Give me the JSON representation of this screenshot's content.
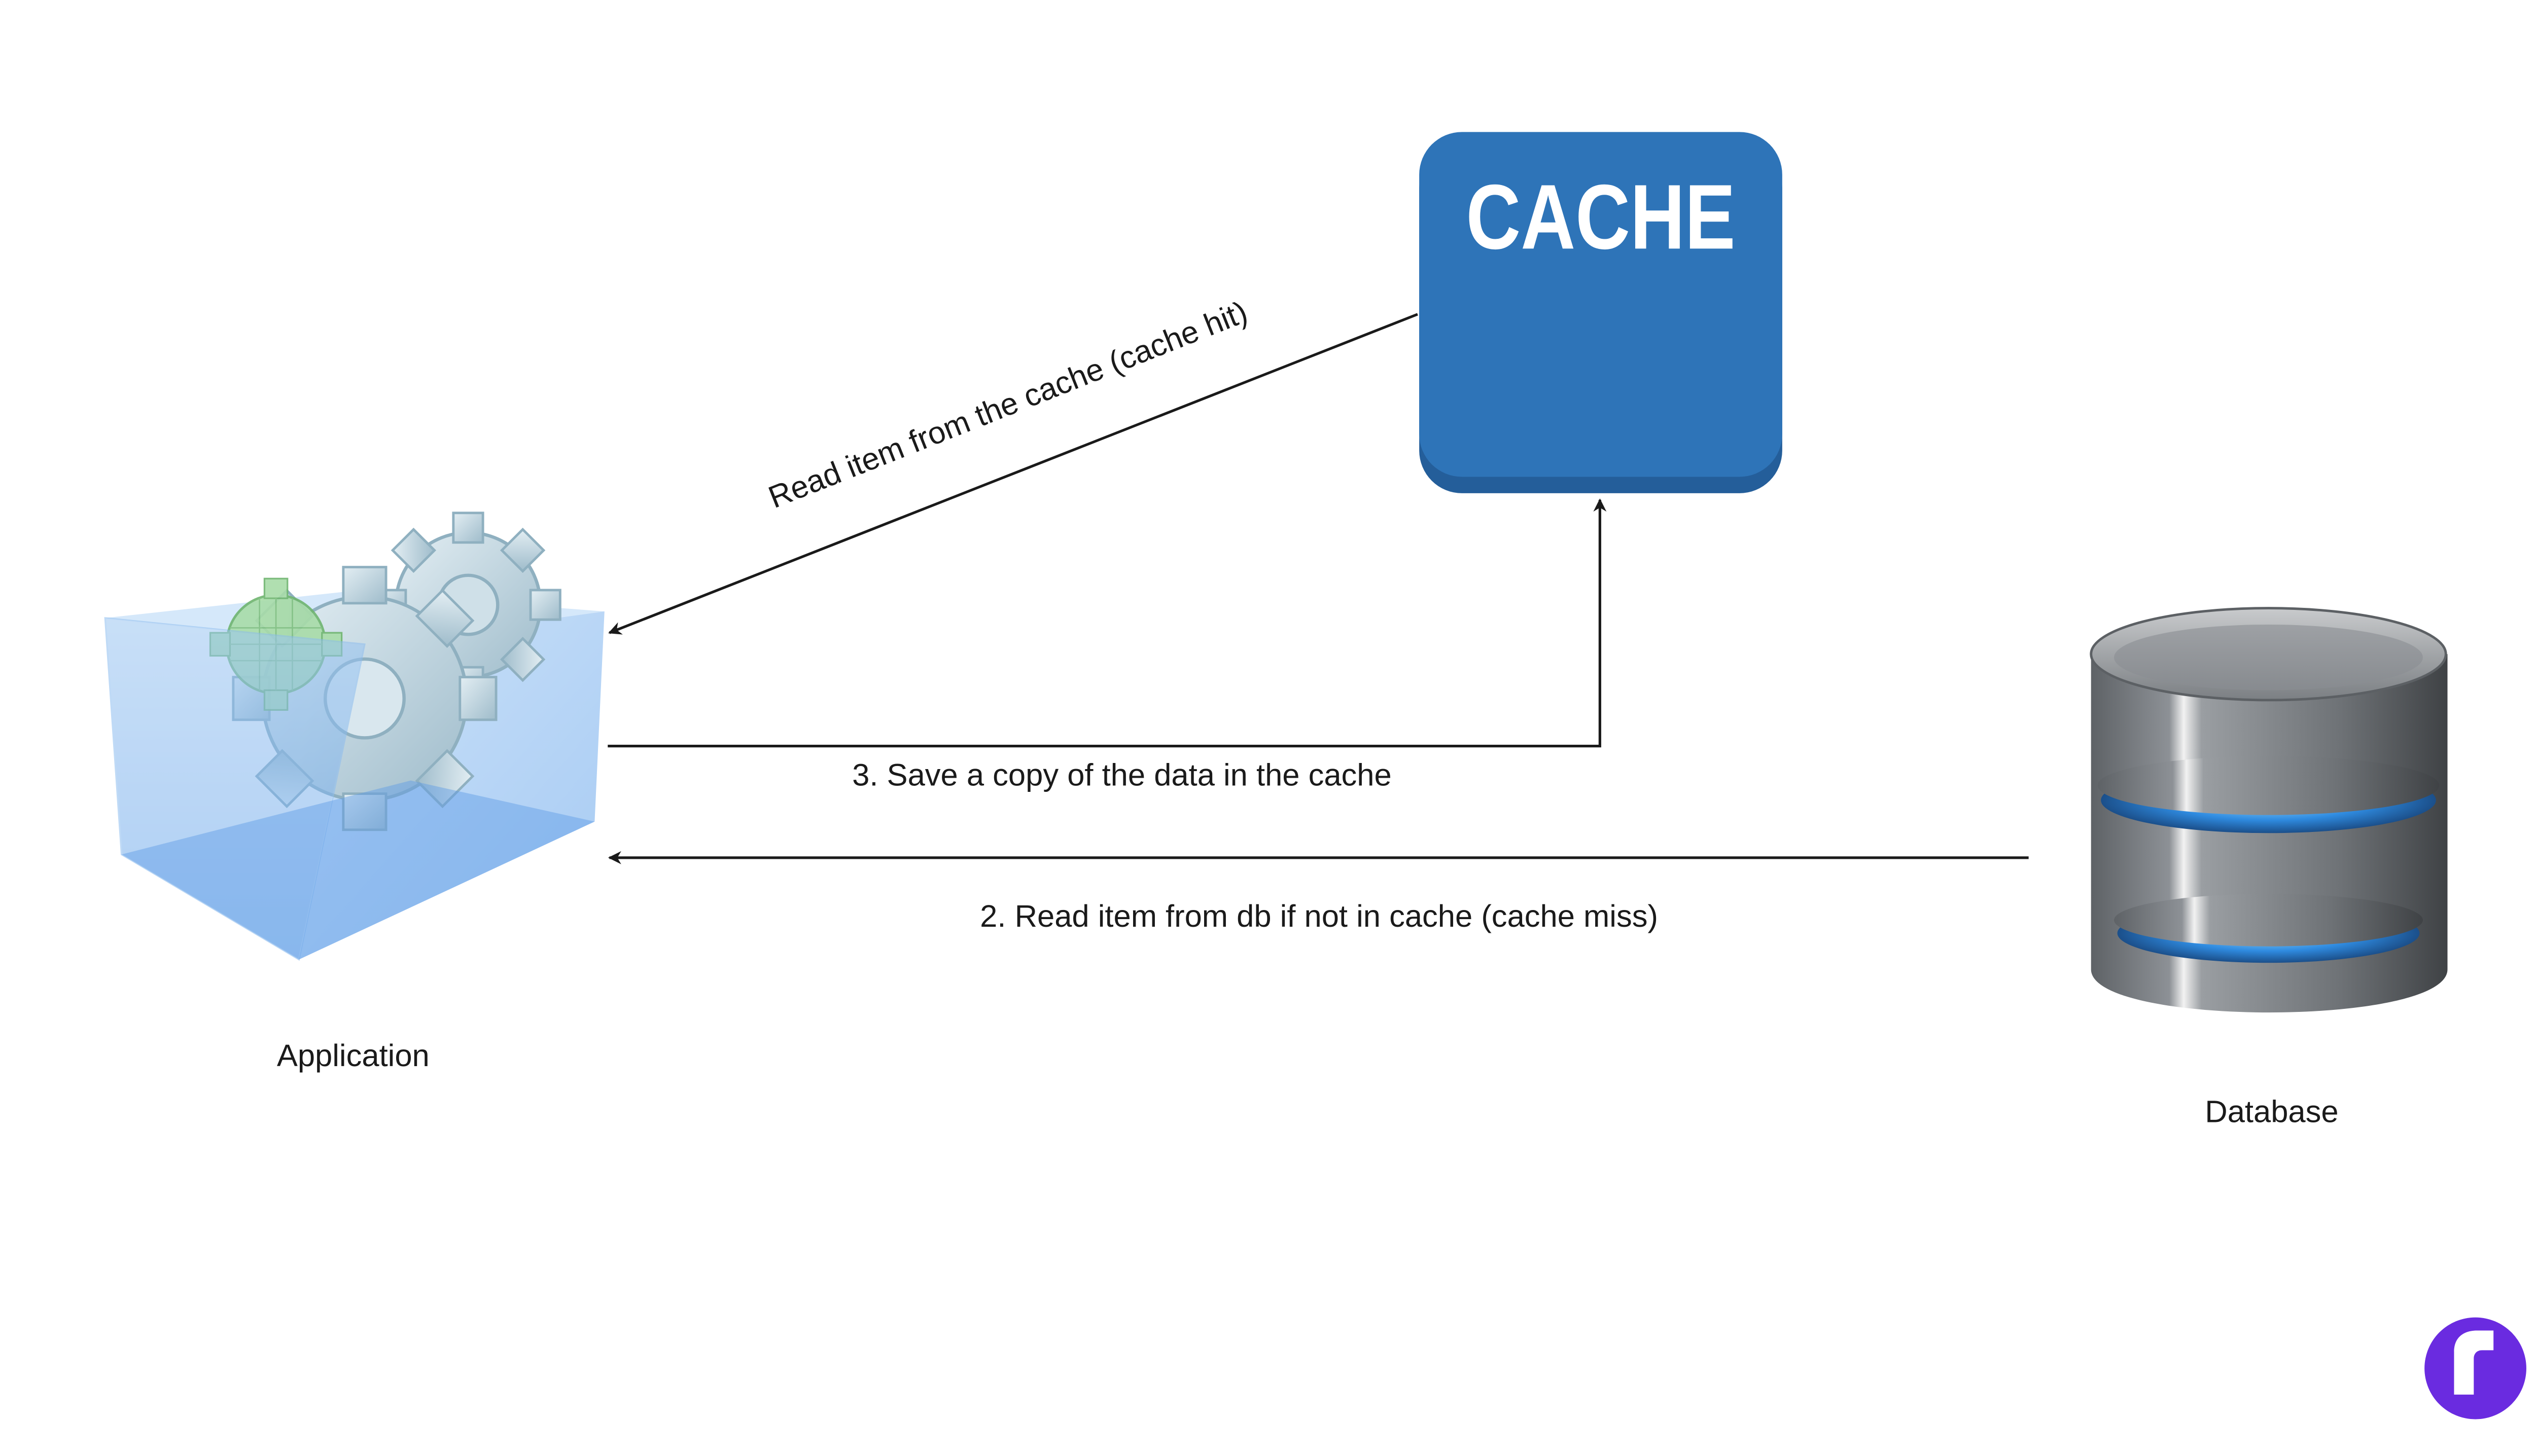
{
  "nodes": {
    "application": {
      "label": "Application"
    },
    "cache": {
      "title": "CACHE"
    },
    "database": {
      "label": "Database"
    }
  },
  "edges": {
    "cache_hit": {
      "label": "Read item from the cache (cache hit)"
    },
    "save_copy": {
      "label": "3. Save a copy of the data in the cache"
    },
    "cache_miss": {
      "label": "2. Read item from db if not in cache (cache miss)"
    }
  },
  "colors": {
    "cache_fill": "#2E74B8",
    "cache_shadow": "#245E9A",
    "brand": "#6A2BE0",
    "arrow": "#1a1a1a"
  },
  "icons": {
    "application": "gears-in-box-icon",
    "database": "database-cylinder-icon",
    "brand": "brand-logo-r-icon"
  }
}
